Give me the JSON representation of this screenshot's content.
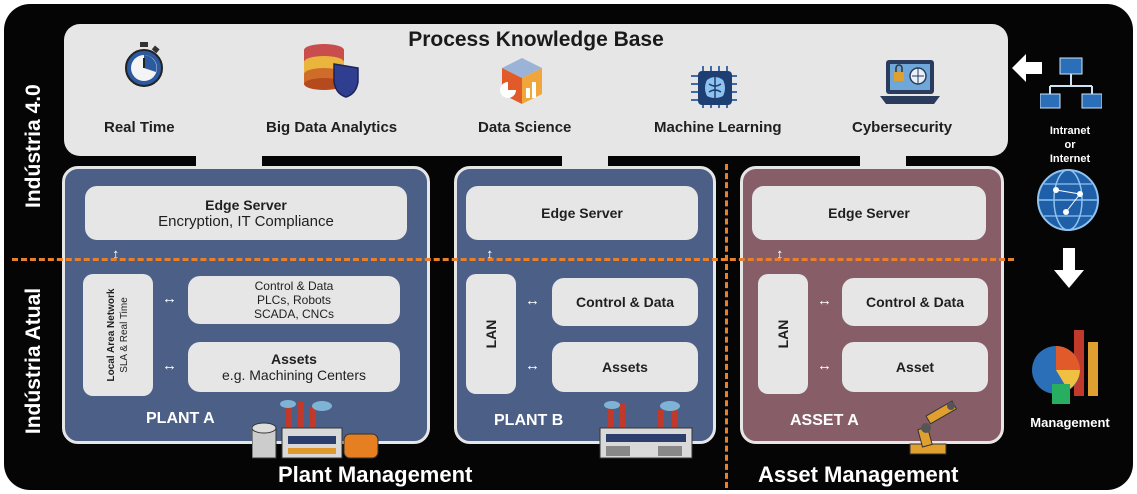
{
  "layers": {
    "top": "Indústria 4.0",
    "bottom": "Indústria Atual"
  },
  "knowledge_base": {
    "title": "Process Knowledge Base",
    "items": [
      {
        "label": "Real Time",
        "icon": "stopwatch-icon"
      },
      {
        "label": "Big Data Analytics",
        "icon": "database-shield-icon"
      },
      {
        "label": "Data Science",
        "icon": "data-science-cube-icon"
      },
      {
        "label": "Machine Learning",
        "icon": "brain-chip-icon"
      },
      {
        "label": "Cybersecurity",
        "icon": "laptop-lock-icon"
      }
    ]
  },
  "plant_a": {
    "edge_title": "Edge Server",
    "edge_sub": "Encryption, IT Compliance",
    "lan_line1": "Local Area Network",
    "lan_line2": "SLA & Real Time",
    "control_line1": "Control & Data",
    "control_line2": "PLCs, Robots",
    "control_line3": "SCADA, CNCs",
    "assets_title": "Assets",
    "assets_sub": "e.g. Machining Centers",
    "name": "PLANT A"
  },
  "plant_b": {
    "edge_title": "Edge Server",
    "lan": "LAN",
    "control": "Control &  Data",
    "assets": "Assets",
    "name": "PLANT B"
  },
  "asset_a": {
    "edge_title": "Edge Server",
    "lan": "LAN",
    "control": "Control &  Data",
    "asset": "Asset",
    "name": "ASSET A"
  },
  "management": {
    "plant": "Plant Management",
    "asset": "Asset Management"
  },
  "side": {
    "network_line1": "Intranet",
    "network_line2": "or",
    "network_line3": "Internet",
    "management": "Management"
  },
  "colors": {
    "blue_panel": "#4c5f87",
    "maroon_panel": "#875e68",
    "dash": "#e8802a",
    "box": "#e6e6e6"
  }
}
